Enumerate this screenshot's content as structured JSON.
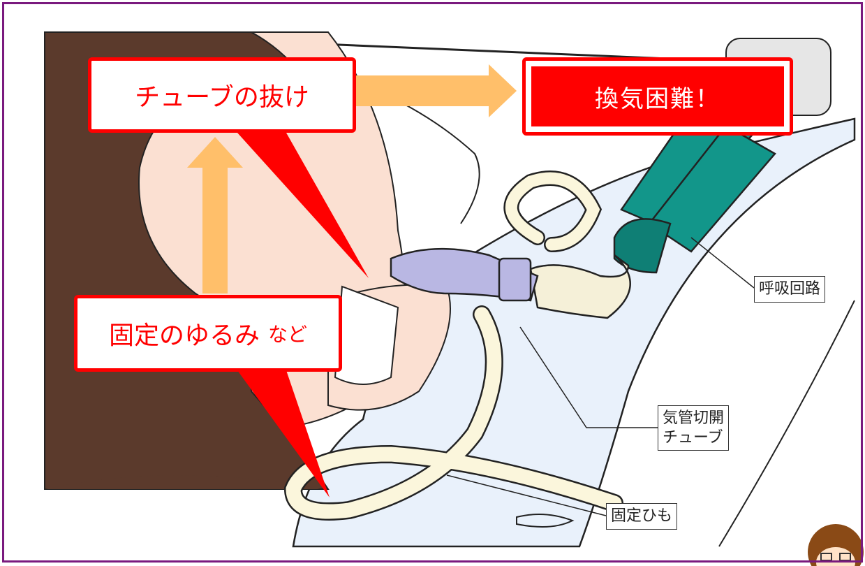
{
  "callouts": {
    "tube_dislodge": "チューブの抜け",
    "loose_fixation": "固定のゆるみ",
    "loose_fixation_suffix": "など",
    "ventilation_difficulty": "換気困難！"
  },
  "labels": {
    "breathing_circuit": "呼吸回路",
    "tracheostomy_tube_line1": "気管切開",
    "tracheostomy_tube_line2": "チューブ",
    "fixation_tie": "固定ひも"
  },
  "colors": {
    "frame": "#7a1a7e",
    "callout_red": "#ff0000",
    "arrow_orange": "#ffbf6a",
    "hair": "#5b3a2c",
    "skin": "#fbe0d2",
    "gown": "#e9f1fb",
    "circuit_green": "#12968a",
    "tie_cream": "#fbf6dc",
    "tube_lavender": "#b9b7e3"
  }
}
